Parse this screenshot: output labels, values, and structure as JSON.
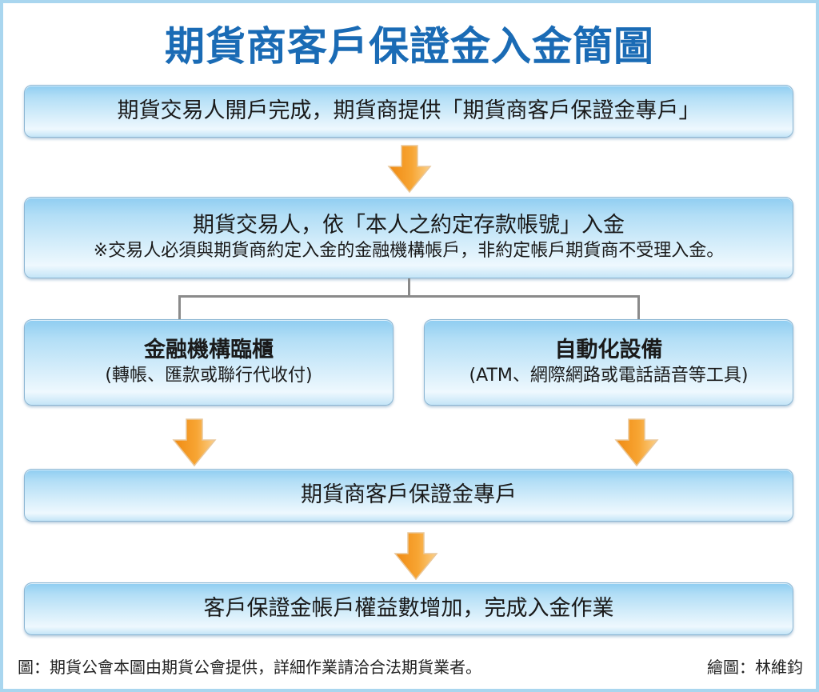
{
  "title": "期貨商客戶保證金入金簡圖",
  "steps": {
    "step1": "期貨交易人開戶完成，期貨商提供「期貨商客戶保證金專戶」",
    "step2": {
      "main": "期貨交易人，依「本人之約定存款帳號」入金",
      "note": "※交易人必須與期貨商約定入金的金融機構帳戶，非約定帳戶期貨商不受理入金。"
    },
    "branch_left": {
      "main": "金融機構臨櫃",
      "sub": "(轉帳、匯款或聯行代收付)"
    },
    "branch_right": {
      "main": "自動化設備",
      "sub": "(ATM、網際網路或電話語音等工具)"
    },
    "step4": "期貨商客戶保證金專戶",
    "step5": "客戶保證金帳戶權益數增加，完成入金作業"
  },
  "icons": {
    "arrow": "down-arrow-icon"
  },
  "colors": {
    "title": "#1a6bb5",
    "box_top": "#8fcdf1",
    "box_bottom": "#eef8fe",
    "arrow": "#f39a1e",
    "connector": "#8a8a8a",
    "frame": "#a9d6ef"
  },
  "footer": {
    "source": "圖：期貨公會本圖由期貨公會提供，詳細作業請洽合法期貨業者。",
    "credit": "繪圖：林維鈞"
  }
}
